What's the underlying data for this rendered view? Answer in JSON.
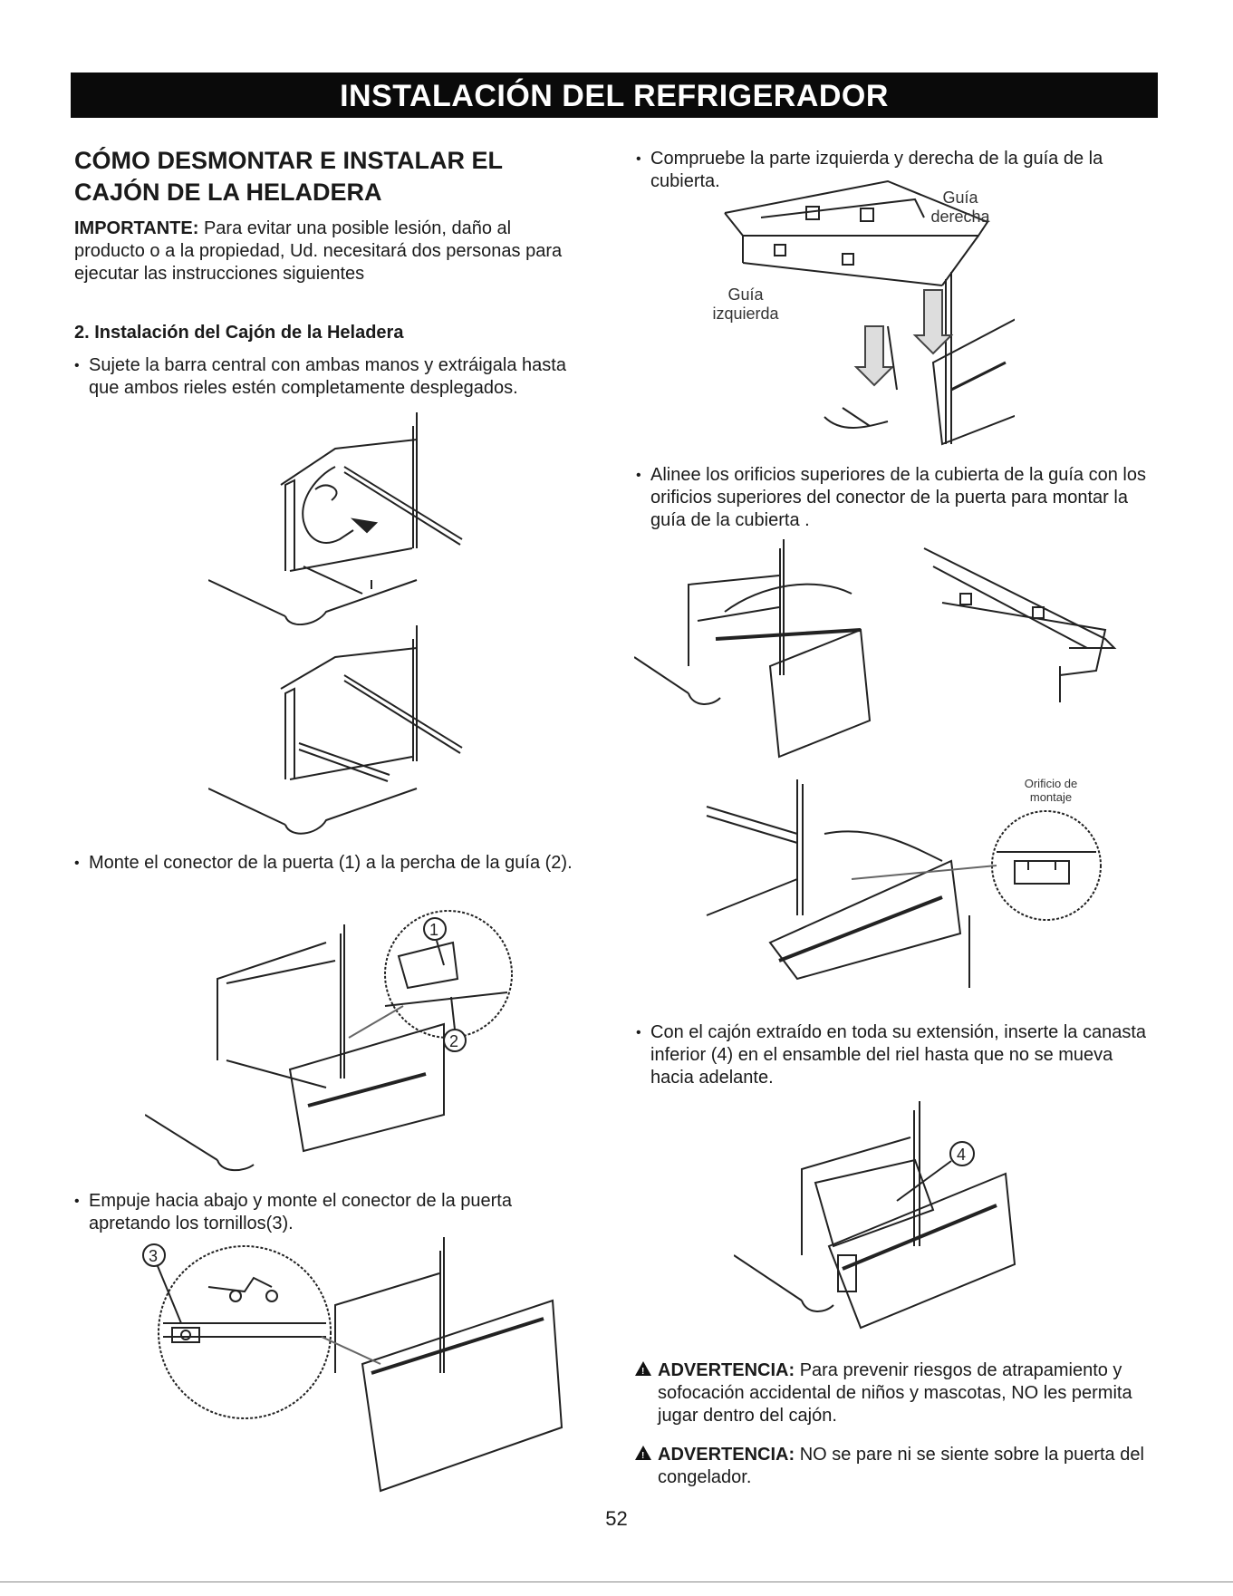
{
  "header": {
    "title": "INSTALACIÓN DEL REFRIGERADOR"
  },
  "left": {
    "section_title_line1": "CÓMO DESMONTAR E INSTALAR EL",
    "section_title_line2": "CAJÓN DE LA HELADERA",
    "important_label": "IMPORTANTE:",
    "important_text": "Para evitar una posible lesión, daño al producto o a la propiedad, Ud. necesitará dos personas para ejecutar las instrucciones siguientes",
    "subheading": "2. Instalación del Cajón de la Heladera",
    "step1": "Sujete la barra central con ambas manos y extráigala hasta que ambos rieles estén completamente desplegados.",
    "step2": "Monte el conector de la puerta (1) a la percha de la guía (2).",
    "step3": "Empuje hacia abajo y monte el conector de la puerta apretando los tornillos(3).",
    "marker1": "1",
    "marker2": "2",
    "marker3": "3"
  },
  "right": {
    "step4": "Compruebe la parte izquierda y derecha de la guía de la cubierta.",
    "guide_right_label": "Guía derecha",
    "guide_left_label": "Guía izquierda",
    "step5": "Alinee los orificios superiores de la cubierta de la guía con los orificios superiores del conector de la puerta para montar la guía de la cubierta .",
    "mounting_hole_label": "Orificio de montaje",
    "step6": "Con el cajón extraído en toda su extensión, inserte la canasta inferior (4) en el ensamble del riel hasta que no se mueva hacia adelante.",
    "marker4": "4",
    "warning1_label": "ADVERTENCIA:",
    "warning1_text": "Para prevenir riesgos de atrapamiento y sofocación accidental de niños y mascotas, NO les permita jugar dentro del cajón.",
    "warning2_label": "ADVERTENCIA:",
    "warning2_text": "NO se pare ni se siente sobre la puerta del congelador."
  },
  "footer": {
    "page_number": "52"
  }
}
